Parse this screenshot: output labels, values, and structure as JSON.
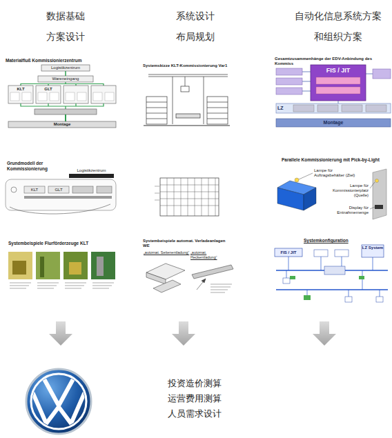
{
  "diagram": {
    "nodes": [
      {
        "text": [
          "Materialfluß Kommissionierzentrum"
        ]
      },
      {
        "text": [
          "Systemskizze KLT-Kommissionierung Var1"
        ]
      },
      {
        "text": [
          "Gesamtzusammenhänge der EDV-Anbindung des Kommiss"
        ]
      },
      {
        "text": [
          "Grundmodell der Kommissionierung"
        ]
      },
      {
        "text": [
          "Parallele Kommissionierung mit Pick-by-Light"
        ]
      },
      {
        "text": [
          "Systembeispiele Flurförderzeuge KLT"
        ]
      },
      {
        "text": [
          "Systembeispiele automat. Verladeanlagen WE"
        ]
      },
      {
        "text": [
          "Systemkonfiguration"
        ]
      }
    ],
    "labels": [
      "数据基础 方案设计",
      "系统设计 布局规划",
      "自动化信息系统方案 和组织方案",
      "Logistikzentrum",
      "Wareneingang",
      "KLT",
      "GLT",
      "Montage",
      "FIS / JIT",
      "Montage",
      "LZ",
      "Logistikzentrum",
      "KLT",
      "GLT",
      "Lampe für Auftragsbehälter (Ziel)",
      "Lampe für Kommissionierplatz (Quelle)",
      "Display für Entnahmemenge",
      "„automat. Seitenentladung“",
      "„automat. Heckentladung“",
      "FIS / JIT",
      "LZ System",
      "投资造价测算 运营费用测算 人员需求设计"
    ]
  }
}
